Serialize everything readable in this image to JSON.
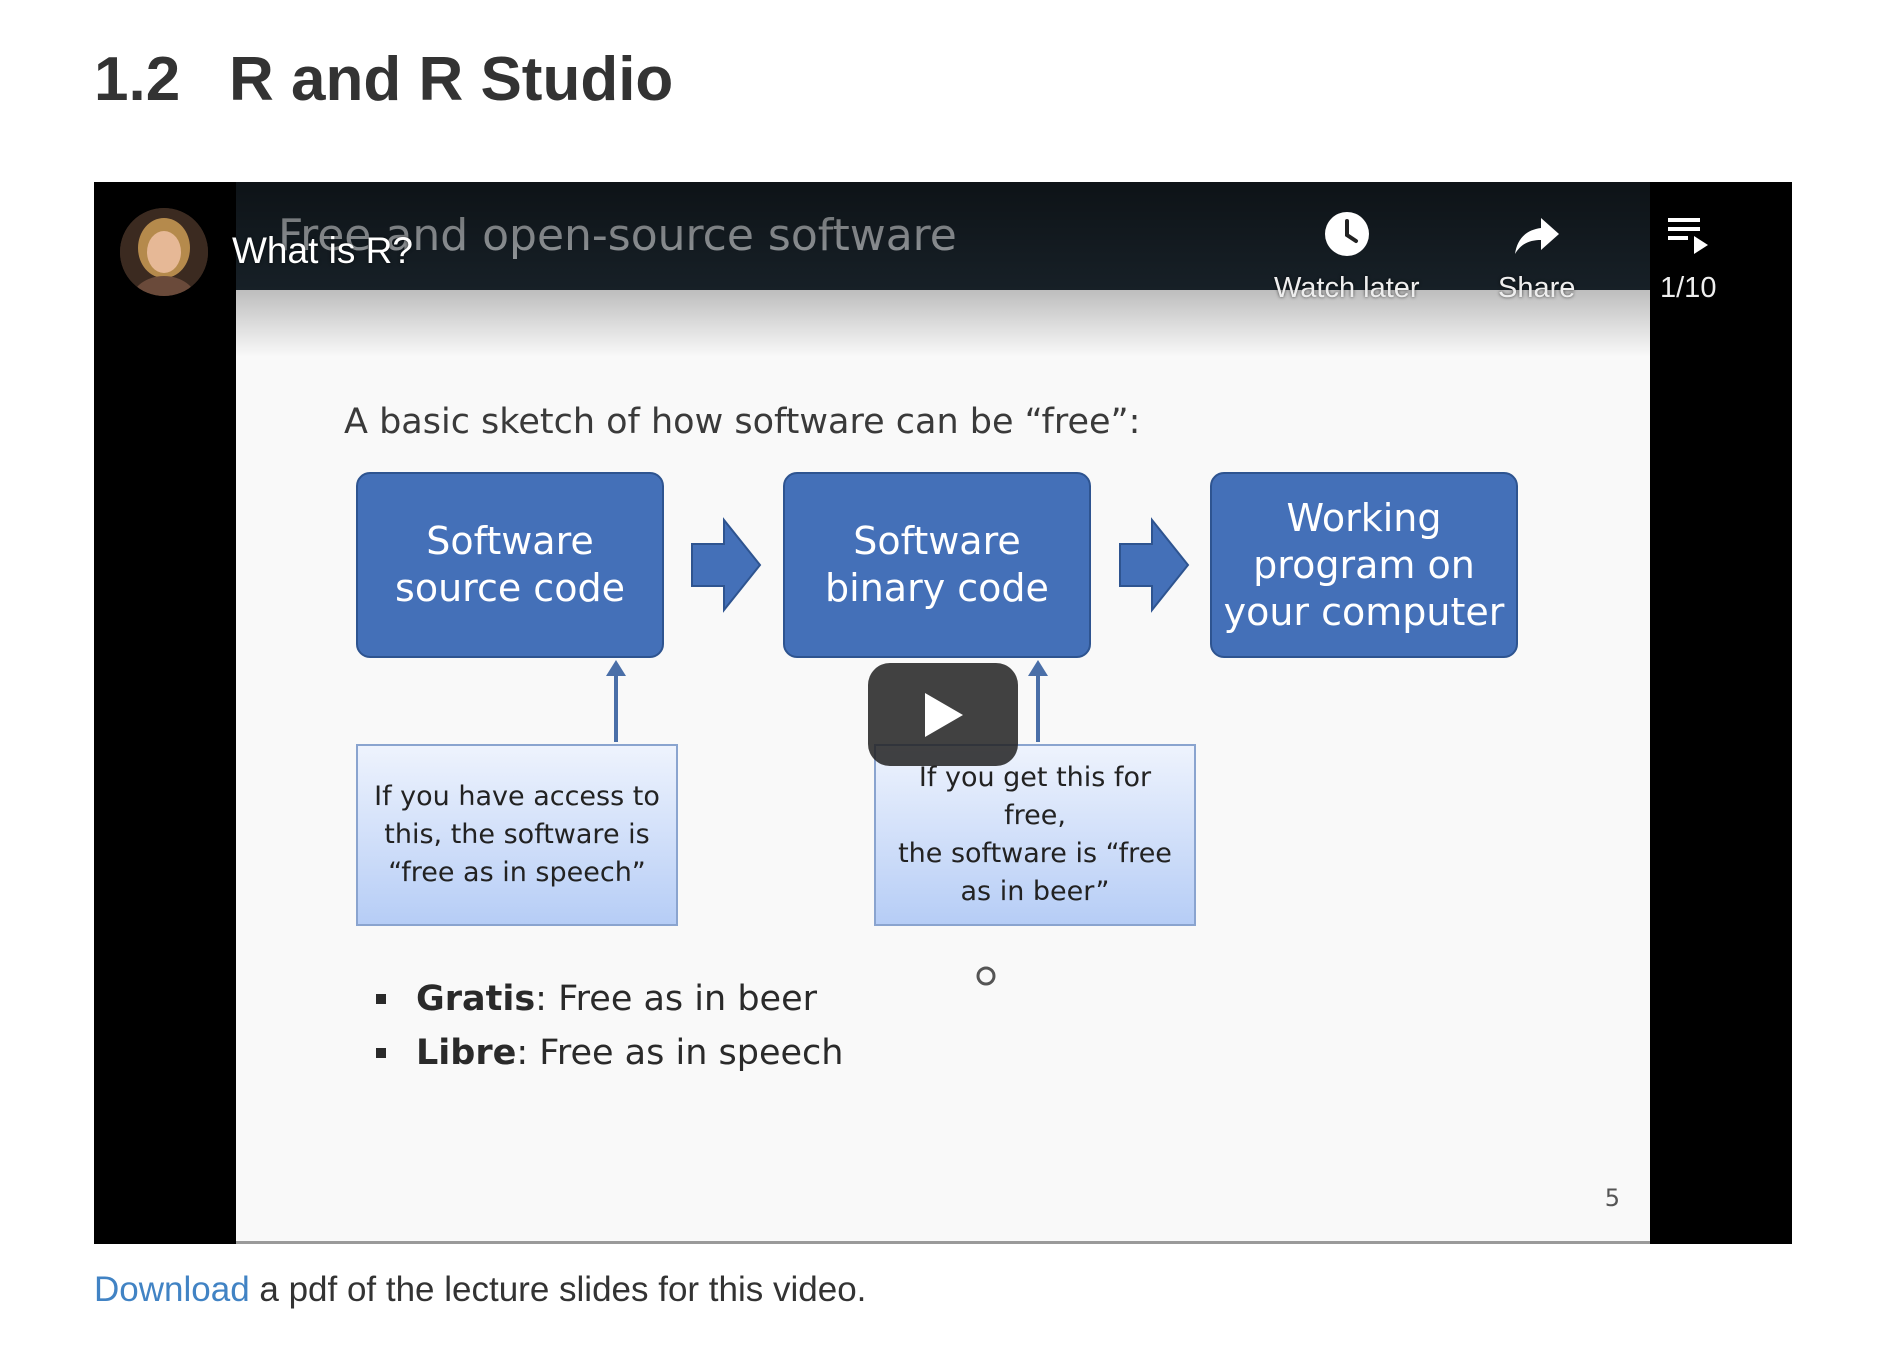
{
  "section": {
    "number": "1.2",
    "title": "R and R Studio"
  },
  "video": {
    "title": "What is R?",
    "watch_later_label": "Watch later",
    "share_label": "Share",
    "playlist_position": "1/10",
    "icons": {
      "watch_later": "clock-icon",
      "share": "share-arrow-icon",
      "playlist": "playlist-icon",
      "play": "play-icon",
      "avatar": "channel-avatar"
    },
    "slide": {
      "title": "Free and open-source software",
      "intro": "A basic sketch of how software can be “free”:",
      "flow": [
        "Software\nsource code",
        "Software\nbinary code",
        "Working\nprogram on\nyour computer"
      ],
      "notes": [
        "If you have access to\nthis, the software is\n“free as in speech”",
        "If you get this for free,\nthe software is “free\nas in beer”"
      ],
      "bullets": [
        {
          "term": "Gratis",
          "text": ":  Free as in beer"
        },
        {
          "term": "Libre",
          "text": ":  Free as in speech"
        }
      ],
      "page_number": "5"
    },
    "colors": {
      "box_fill": "#4470b8",
      "note_fill_top": "#eef3fd",
      "note_fill_bottom": "#b6cdf6"
    }
  },
  "caption": {
    "link_text": "Download",
    "text": " a pdf of the lecture slides for this video."
  }
}
